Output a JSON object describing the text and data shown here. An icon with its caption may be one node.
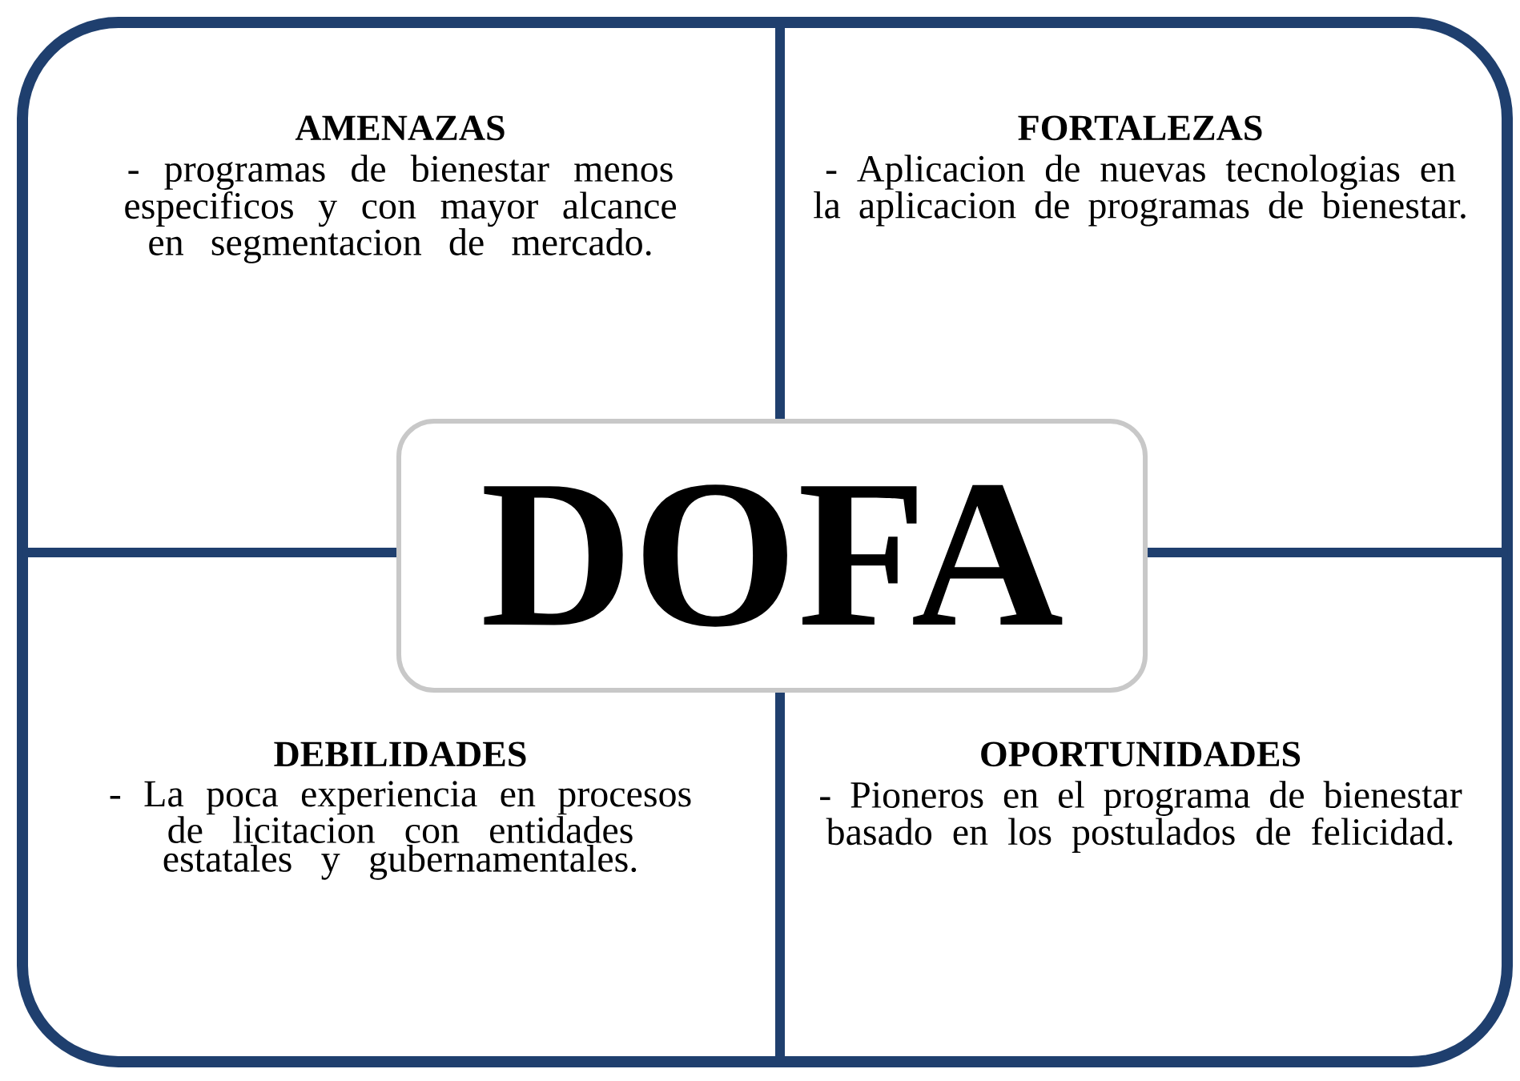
{
  "diagram": {
    "nodes": [
      {
        "text": [
          "AMENAZAS",
          "- programas de bienestar menos especificos y con mayor alcance en segmentacion de mercado."
        ]
      },
      {
        "text": [
          "FORTALEZAS",
          "- Aplicacion de nuevas tecnologias en la aplicacion de programas de bienestar."
        ]
      },
      {
        "text": [
          "DEBILIDADES",
          "- La poca experiencia en procesos de licitacion con entidades estatales y gubernamentales."
        ]
      },
      {
        "text": [
          "OPORTUNIDADES",
          "- Pioneros en el programa de bienestar basado en los postulados de felicidad."
        ]
      },
      {
        "text": [
          "DOFA"
        ]
      }
    ]
  }
}
